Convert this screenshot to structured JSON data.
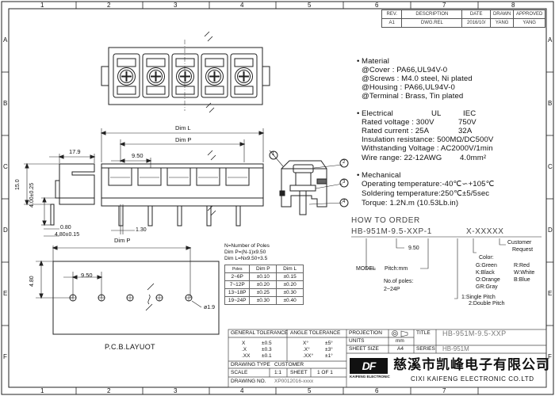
{
  "grid": {
    "cols": [
      "1",
      "2",
      "3",
      "4",
      "5",
      "6",
      "7",
      "8"
    ],
    "rows": [
      "A",
      "B",
      "C",
      "D",
      "E",
      "F"
    ]
  },
  "revision": {
    "headers": [
      "REV.",
      "DESCRIPTION",
      "DATE",
      "DRAWN",
      "APPROVED"
    ],
    "row": [
      "A1",
      "DWG.REL",
      "2016/10/",
      "YANG",
      "YANG"
    ]
  },
  "material": {
    "title": "Material",
    "lines": [
      "@Cover : PA66,UL94V-0",
      "@Screws : M4.0 steel, Ni plated",
      "@Housing : PA66,UL94V-0",
      "@Terminal : Brass, Tin plated"
    ]
  },
  "electrical": {
    "title": "Electrical",
    "col_ul": "UL",
    "col_iec": "IEC",
    "rated_voltage": "Rated voltage : 300V",
    "rated_voltage_iec": "750V",
    "rated_current": "Rated current : 25A",
    "rated_current_iec": "32A",
    "insulation": "Insulation resistance: 500MΩ/DC500V",
    "withstanding": "Withstanding Voltage : AC2000V/1min",
    "wire_range": "Wire range: 22-12AWG",
    "wire_range_mm": "4.0mm²"
  },
  "mechanical": {
    "title": "Mechanical",
    "lines": [
      "Operating temperature:-40℃∽+105℃",
      "Soldering temperature:250℃±5/5sec",
      "Torque: 1.2N.m (10.53Lb.in)"
    ]
  },
  "order": {
    "title": "HOW TO ORDER",
    "code_a": "HB-951M-9.5-XXP-1",
    "code_b": "X-XXXXX",
    "model": "MODEL",
    "pitch": "Pitch:mm",
    "poles": "No.of poles:",
    "poles_range": "2~24P",
    "pitch_type_1": "1:Single Pitch",
    "pitch_type_2": "2:Double Pitch",
    "color_title": "Color:",
    "colors": [
      "G:Green",
      "K:Black",
      "O:Orange",
      "GR:Gray",
      "R:Red",
      "W:White",
      "B:Blue"
    ],
    "customer": "Customer",
    "request": "Request"
  },
  "dims": {
    "dim_l": "Dim L",
    "dim_p": "Dim P",
    "pitch": "9.50",
    "width_17": "17.9",
    "h_15": "15.0",
    "h_4": "4.00±0.25",
    "pin_080": "0.80",
    "pin_480": "4.80±0.15",
    "pin_130": "1.30",
    "pcb_480": "4.80",
    "pcb_pitch": "9.50",
    "pcb_dim_p": "Dim P",
    "hole": "ø1.9",
    "pcb_title": "P.C.B.LAYUOT"
  },
  "notes": {
    "l1": "N=Number of Poles",
    "l2": "Dim P=(N-1)x9.50",
    "l3": "Dim L=Nx9.50+3.5"
  },
  "tol_table": {
    "headers": [
      "Poles",
      "Dim P",
      "Dim L"
    ],
    "rows": [
      [
        "2~6P",
        "±0.10",
        "±0.15"
      ],
      [
        "7~12P",
        "±0.20",
        "±0.20"
      ],
      [
        "13~18P",
        "±0.25",
        "±0.30"
      ],
      [
        "19~24P",
        "±0.30",
        "±0.40"
      ]
    ]
  },
  "callouts": [
    "1",
    "2",
    "3",
    "4"
  ],
  "title_block": {
    "general_tol": "GENERAL TOLERANCE",
    "angle_tol": "ANGLE TOLERANCE",
    "g_rows": [
      [
        "X",
        "±0.5"
      ],
      [
        ".X",
        "±0.3"
      ],
      [
        ".XX",
        "±0.1"
      ]
    ],
    "a_rows": [
      [
        "X°",
        "±5°"
      ],
      [
        ".X°",
        "±3°"
      ],
      [
        ".XX°",
        "±1°"
      ]
    ],
    "drawing_type_label": "DRAWING TYPE",
    "drawing_type_value": "CUSTOMER",
    "scale_label": "SCALE",
    "scale_value": "1:1",
    "sheet_label": "SHEET",
    "sheet_value": "1 OF 1",
    "drawing_no_label": "DRAWING NO.",
    "drawing_no_value": "XP0012016-xxxx",
    "projection": "PROJECTION",
    "units": "UNITS",
    "units_value": "mm",
    "sheet_size": "SHEET SIZE",
    "sheet_size_value": "A4",
    "title_label": "TITLE",
    "title_value": "HB-951M-9.5-XXP",
    "series_label": "SERIES",
    "series_value": "HB-951M",
    "company_cn": "慈溪市凯峰电子有限公司",
    "company_en": "CIXI KAIFENG ELECTRONIC CO.LTD",
    "logo_sub": "KAIFENG ELECTRONIC"
  }
}
